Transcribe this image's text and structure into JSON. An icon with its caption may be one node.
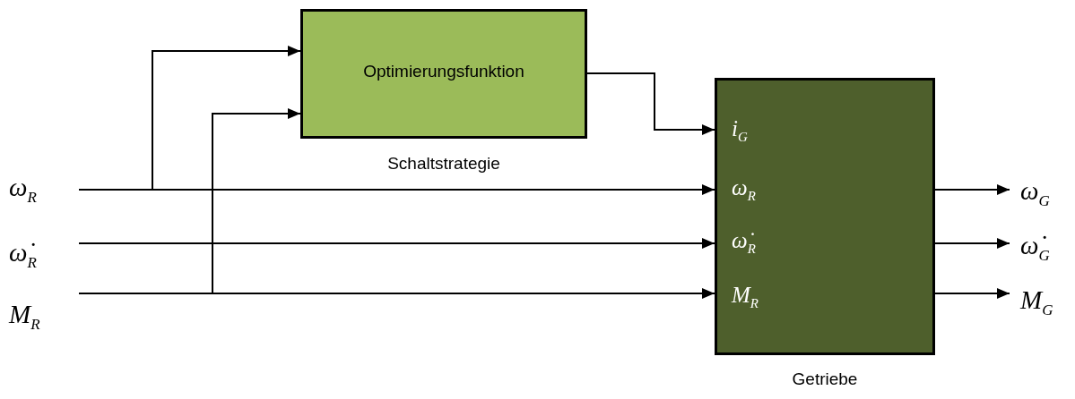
{
  "diagram": {
    "nodes": [
      {
        "text": [
          "Optimierungsfunktion"
        ],
        "beside": [
          "Schaltstrategie"
        ]
      },
      {
        "text": [
          "i$_{G}$",
          "ω$_{R}$",
          "ω̇$_{R}$",
          "M$_{R}$"
        ],
        "beside": [
          "Getriebe"
        ]
      },
      {
        "text": [
          "ω$_{R}$"
        ]
      },
      {
        "text": [
          "ω̇$_{R}$"
        ]
      },
      {
        "text": [
          "M$_{R}$"
        ]
      },
      {
        "text": [
          "ω$_{G}$"
        ]
      },
      {
        "text": [
          "ω̇$_{G}$"
        ]
      },
      {
        "text": [
          "M$_{G}$"
        ]
      }
    ],
    "edges": [
      {
        "from": 2,
        "to": 0,
        "arrow": "to"
      },
      {
        "from": 4,
        "to": 0,
        "arrow": "to"
      },
      {
        "from": 0,
        "to": 1,
        "arrow": "to"
      },
      {
        "from": 2,
        "to": 1,
        "arrow": "to"
      },
      {
        "from": 3,
        "to": 1,
        "arrow": "to"
      },
      {
        "from": 4,
        "to": 1,
        "arrow": "to"
      },
      {
        "from": 1,
        "to": 5,
        "arrow": "to"
      },
      {
        "from": 1,
        "to": 6,
        "arrow": "to"
      },
      {
        "from": 1,
        "to": 7,
        "arrow": "to"
      }
    ]
  }
}
